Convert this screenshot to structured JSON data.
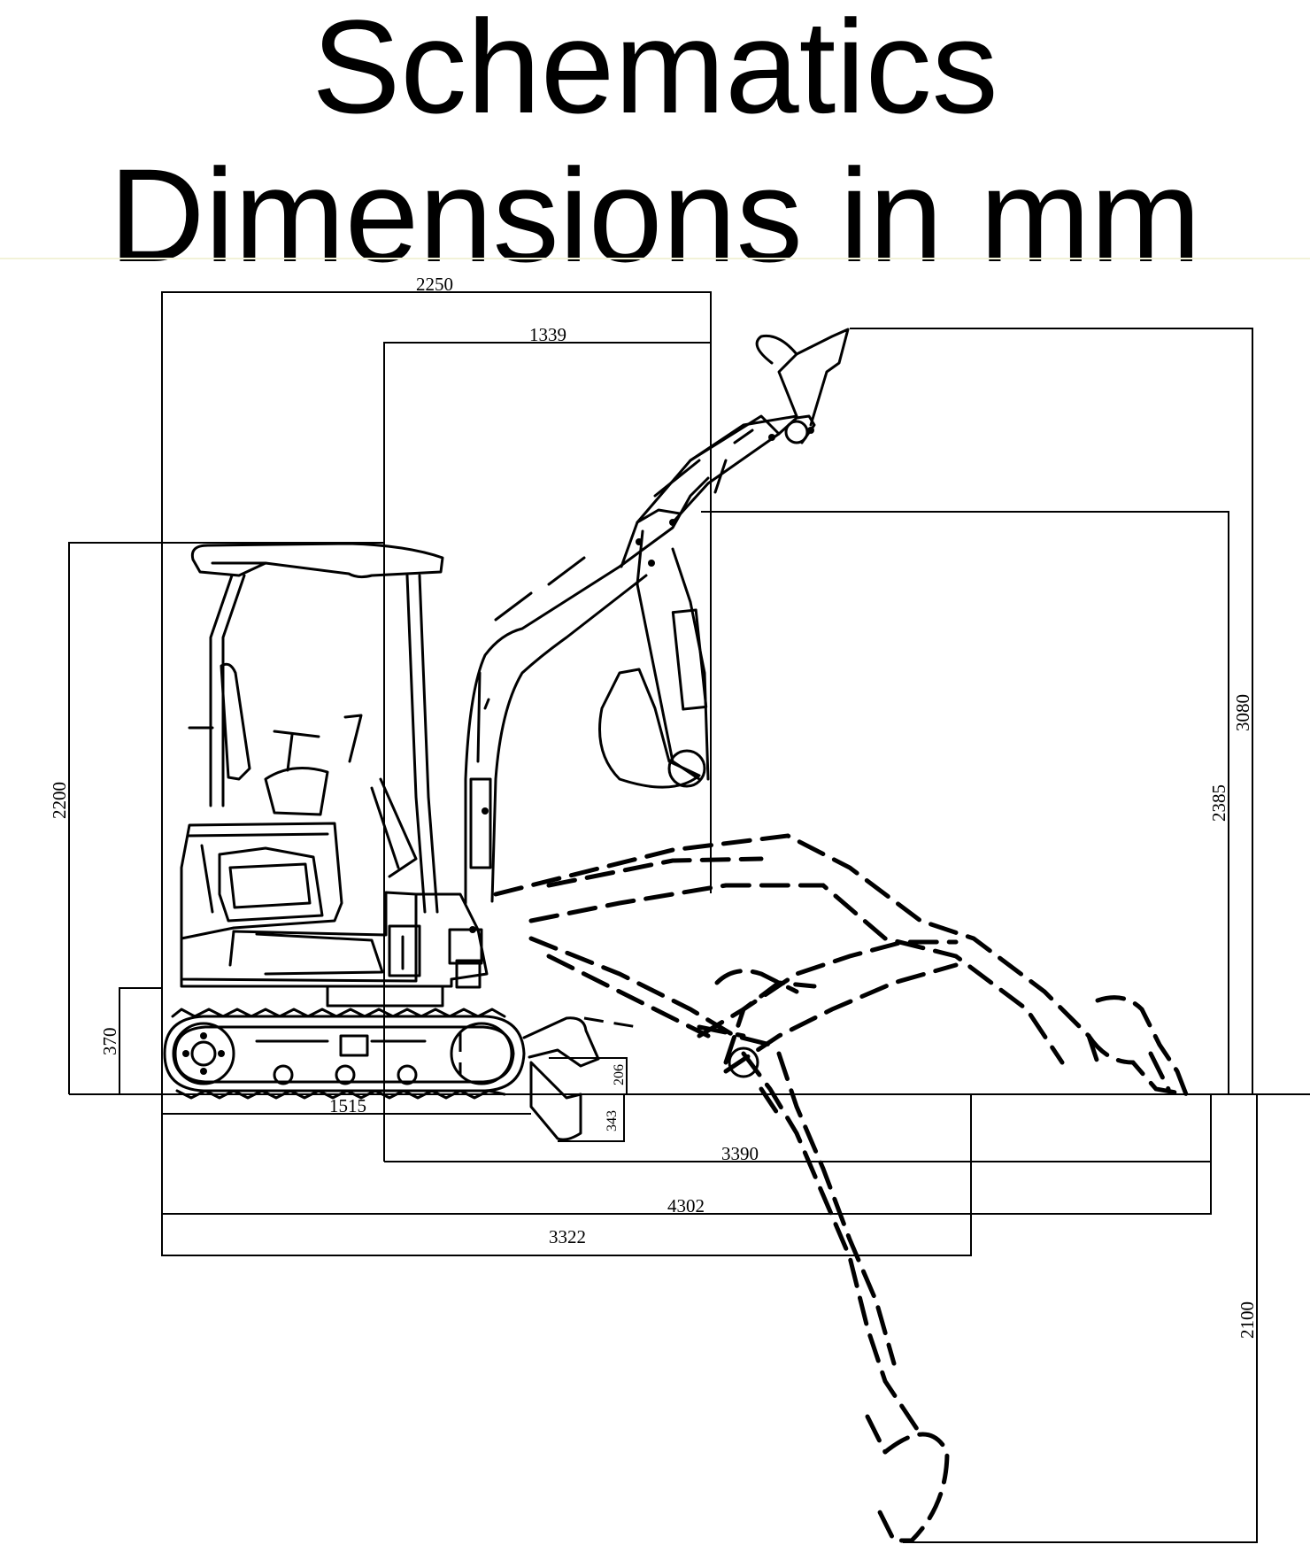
{
  "title": {
    "line1": "Schematics",
    "line2": "Dimensions in mm"
  },
  "dimensions": {
    "d2250": "2250",
    "d1339": "1339",
    "d2200": "2200",
    "d370": "370",
    "d206": "206",
    "d343": "343",
    "d1515": "1515",
    "d3390": "3390",
    "d4302": "4302",
    "d3322": "3322",
    "d3080": "3080",
    "d2385": "2385",
    "d2100": "2100"
  }
}
